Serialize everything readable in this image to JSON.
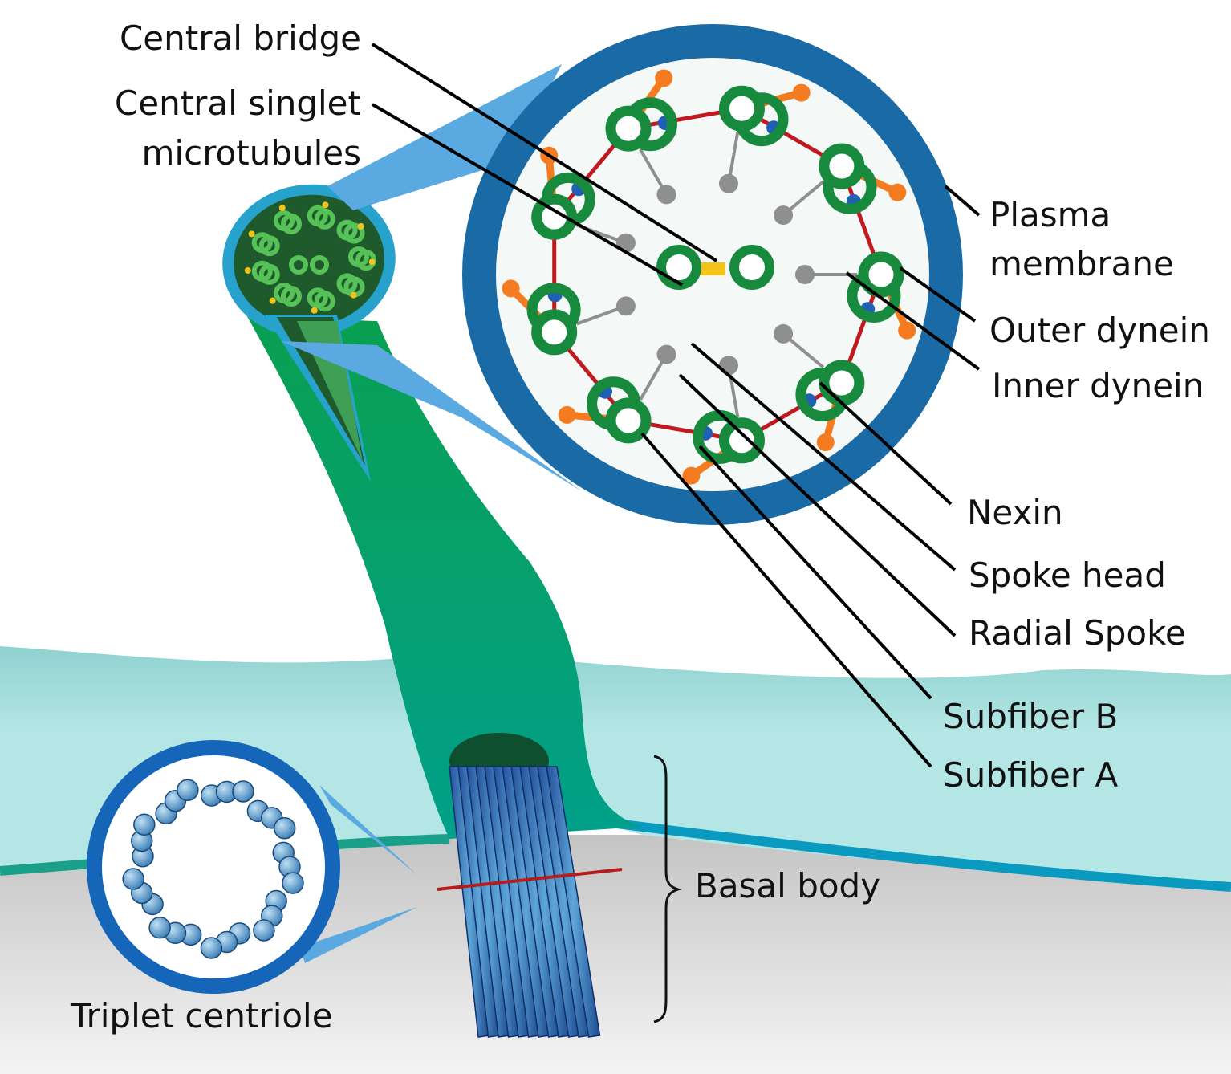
{
  "labels": {
    "central_bridge": "Central bridge",
    "central_singlet_1": "Central singlet",
    "central_singlet_2": "microtubules",
    "plasma_membrane_1": "Plasma",
    "plasma_membrane_2": "membrane",
    "outer_dynein": "Outer dynein",
    "inner_dynein": "Inner dynein",
    "nexin": "Nexin",
    "spoke_head": "Spoke head",
    "radial_spoke": "Radial Spoke",
    "subfiber_b": "Subfiber B",
    "subfiber_a": "Subfiber A",
    "basal_body": "Basal body",
    "triplet_centriole": "Triplet centriole"
  },
  "colors": {
    "membrane_blue": "#1a6aa6",
    "doublet_green": "#178a3e",
    "outer_dynein": "#f57b20",
    "inner_dynein": "#1f5fb5",
    "nexin": "#c01920",
    "spoke": "#8f8f8f",
    "central_bridge": "#f2c41a",
    "cilium_green": "#0aa050",
    "cytoplasm": "#b3e6e4",
    "basal_tubule": "#2e6fb0"
  }
}
